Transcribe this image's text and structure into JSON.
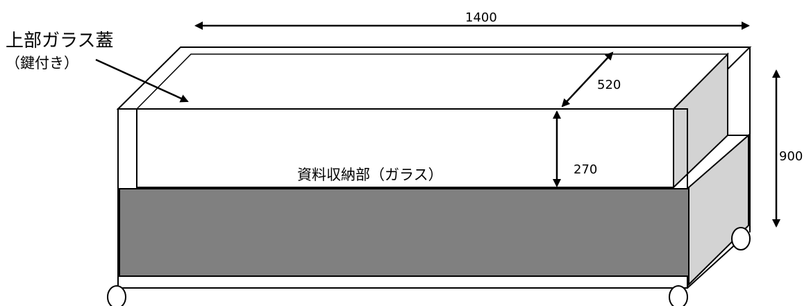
{
  "diagram": {
    "lid_label_line1": "上部ガラス蓋",
    "lid_label_line2": "（鍵付き）",
    "storage_label": "資料収納部（ガラス）",
    "dim_width": "1400",
    "dim_depth": "520",
    "dim_storage_height": "270",
    "dim_total_height": "900"
  },
  "colors": {
    "line": "#000000",
    "side_panel": "#d3d3d3",
    "front_panel": "#808080",
    "background": "#ffffff"
  }
}
